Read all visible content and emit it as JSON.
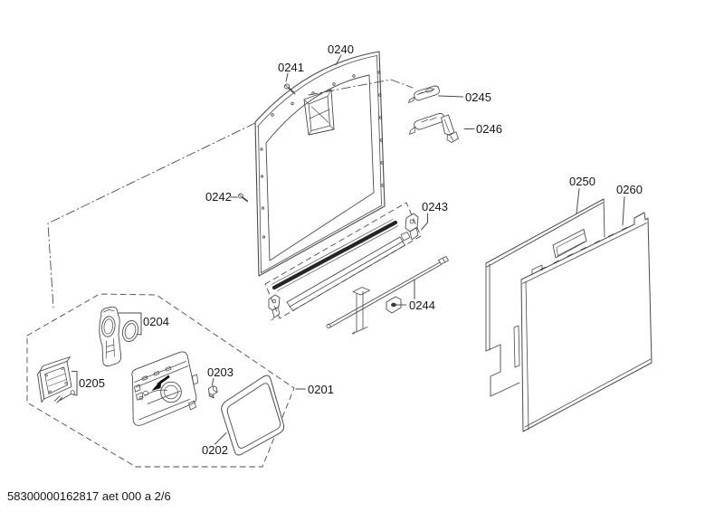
{
  "colors": {
    "background": "#ffffff",
    "line": "#4a4a4a",
    "construction_line": "#5a5a5a",
    "label_text": "#161616",
    "seal_strip_dark": "#252525"
  },
  "footer": {
    "doc_code": "58300000162817 aet 000 a 2/6"
  },
  "callouts": [
    {
      "code": "0240"
    },
    {
      "code": "0241"
    },
    {
      "code": "0242"
    },
    {
      "code": "0243"
    },
    {
      "code": "0244"
    },
    {
      "code": "0245"
    },
    {
      "code": "0246"
    },
    {
      "code": "0250"
    },
    {
      "code": "0260"
    },
    {
      "code": "0201"
    },
    {
      "code": "0202"
    },
    {
      "code": "0203"
    },
    {
      "code": "0204"
    },
    {
      "code": "0205"
    }
  ]
}
